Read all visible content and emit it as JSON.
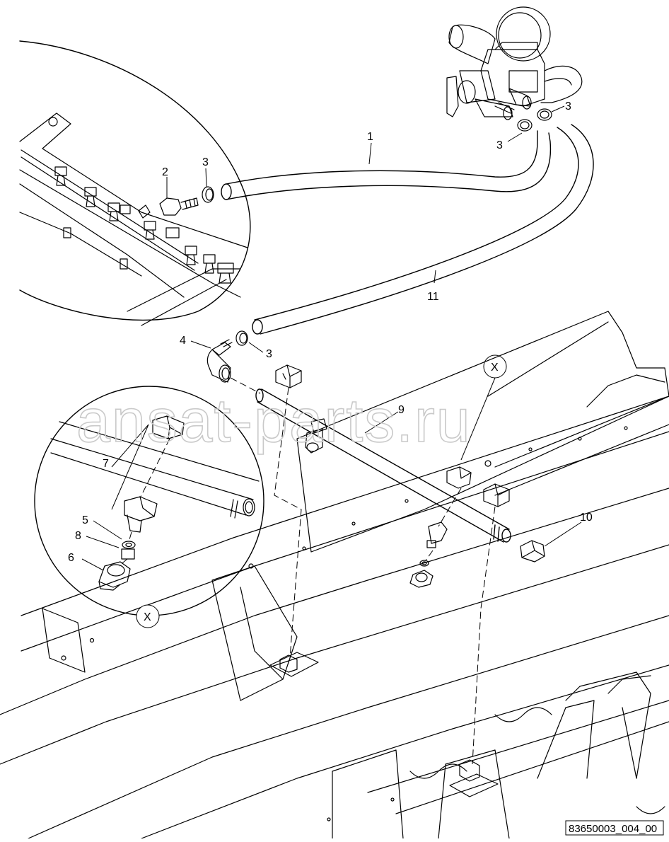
{
  "callouts": {
    "c1": "1",
    "c2": "2",
    "c3a": "3",
    "c3b": "3",
    "c3c": "3",
    "c3d": "3",
    "c4": "4",
    "c5": "5",
    "c6": "6",
    "c7": "7",
    "c8": "8",
    "c9": "9",
    "c10": "10",
    "c11": "11"
  },
  "detail_markers": {
    "top": "X",
    "bottom": "X"
  },
  "watermark": "ansat-parts.ru",
  "drawing_ref": "83650003_004_00",
  "colors": {
    "line": "#000000",
    "watermark": "#c9c9c9",
    "background": "#ffffff"
  }
}
